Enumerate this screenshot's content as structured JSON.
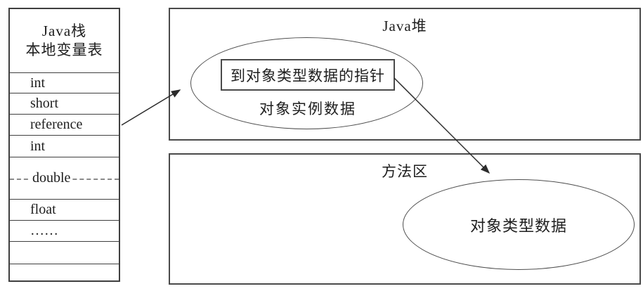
{
  "stack_table": {
    "header_line1": "Java栈",
    "header_line2": "本地变量表",
    "rows": [
      {
        "label": "int",
        "style": "normal"
      },
      {
        "label": "short",
        "style": "normal"
      },
      {
        "label": "reference",
        "style": "normal"
      },
      {
        "label": "int",
        "style": "normal"
      },
      {
        "label": "double",
        "style": "double-dashed"
      },
      {
        "label": "float",
        "style": "normal"
      },
      {
        "label": "……",
        "style": "normal"
      },
      {
        "label": "",
        "style": "empty"
      },
      {
        "label": "",
        "style": "empty"
      }
    ]
  },
  "heap_box": {
    "title": "Java堆",
    "pointer_label": "到对象类型数据的指针",
    "instance_label": "对象实例数据"
  },
  "method_area_box": {
    "title": "方法区",
    "type_data_label": "对象类型数据"
  },
  "colors": {
    "line": "#3f3f3f",
    "background": "#ffffff"
  }
}
